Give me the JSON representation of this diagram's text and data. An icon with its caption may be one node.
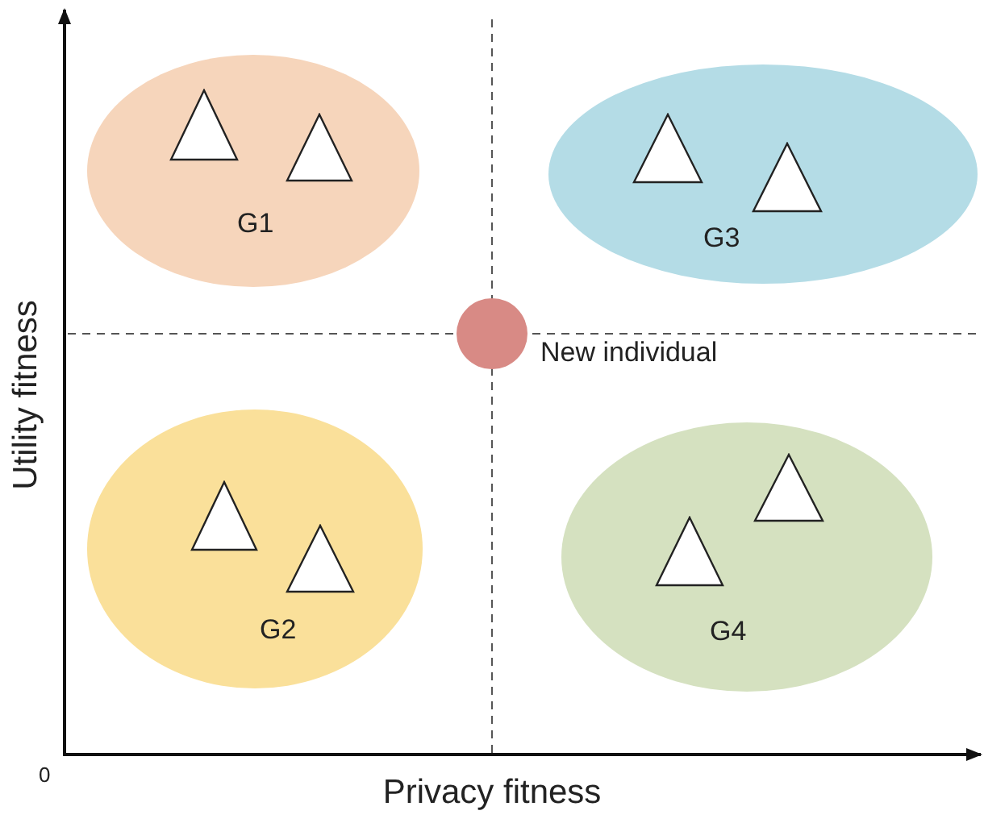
{
  "diagram": {
    "nodes": [
      {
        "text": [
          "G1"
        ]
      },
      {
        "text": [],
        "shape": "triangle",
        "in": 0
      },
      {
        "text": [],
        "shape": "triangle",
        "in": 0
      },
      {
        "text": [
          "G3"
        ]
      },
      {
        "text": [],
        "shape": "triangle",
        "in": 3
      },
      {
        "text": [],
        "shape": "triangle",
        "in": 3
      },
      {
        "text": [],
        "shape": "circle",
        "beside": [
          "New individual"
        ]
      },
      {
        "text": [
          "G2"
        ]
      },
      {
        "text": [],
        "shape": "triangle",
        "in": 7
      },
      {
        "text": [],
        "shape": "triangle",
        "in": 7
      },
      {
        "text": [
          "G4"
        ]
      },
      {
        "text": [],
        "shape": "triangle",
        "in": 10
      },
      {
        "text": [],
        "shape": "triangle",
        "in": 10
      }
    ],
    "edges": [],
    "labels": [
      "Utility fitness",
      "0",
      "Privacy fitness"
    ]
  }
}
